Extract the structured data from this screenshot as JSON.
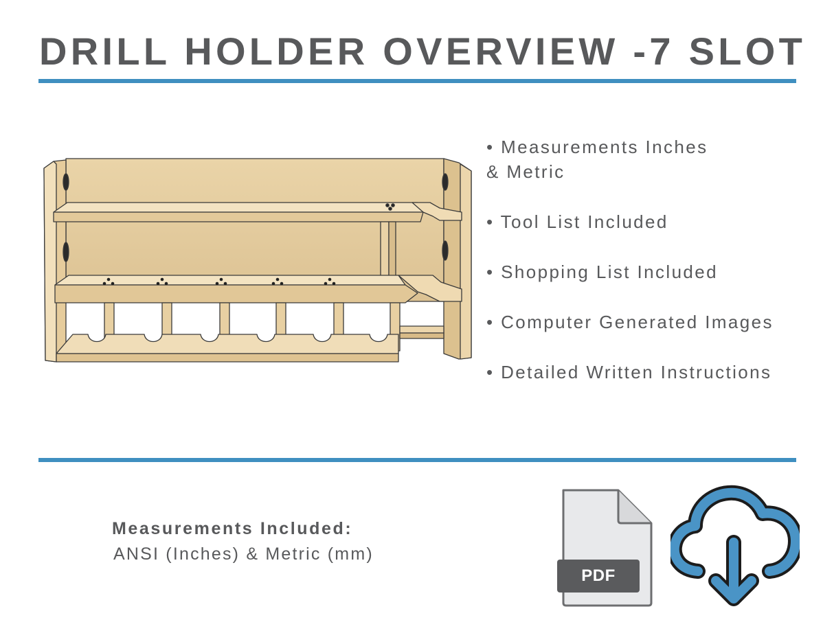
{
  "header": {
    "title": "DRILL HOLDER OVERVIEW -7 SLOT"
  },
  "features": [
    {
      "text": "• Measurements Inches\n& Metric"
    },
    {
      "text": "• Tool List Included"
    },
    {
      "text": "• Shopping List Included"
    },
    {
      "text": "• Computer Generated Images"
    },
    {
      "text": "• Detailed Written Instructions"
    }
  ],
  "measurements": {
    "heading": "Measurements Included:",
    "units": "ANSI (Inches) & Metric (mm)"
  },
  "pdf": {
    "label": "PDF",
    "icon": "pdf-file-icon"
  },
  "download": {
    "icon": "cloud-download-icon"
  },
  "colors": {
    "accent": "#3f8fc0",
    "text": "#58595b",
    "wood": "#e9d3a8",
    "icon_blue": "#4a94c6"
  }
}
